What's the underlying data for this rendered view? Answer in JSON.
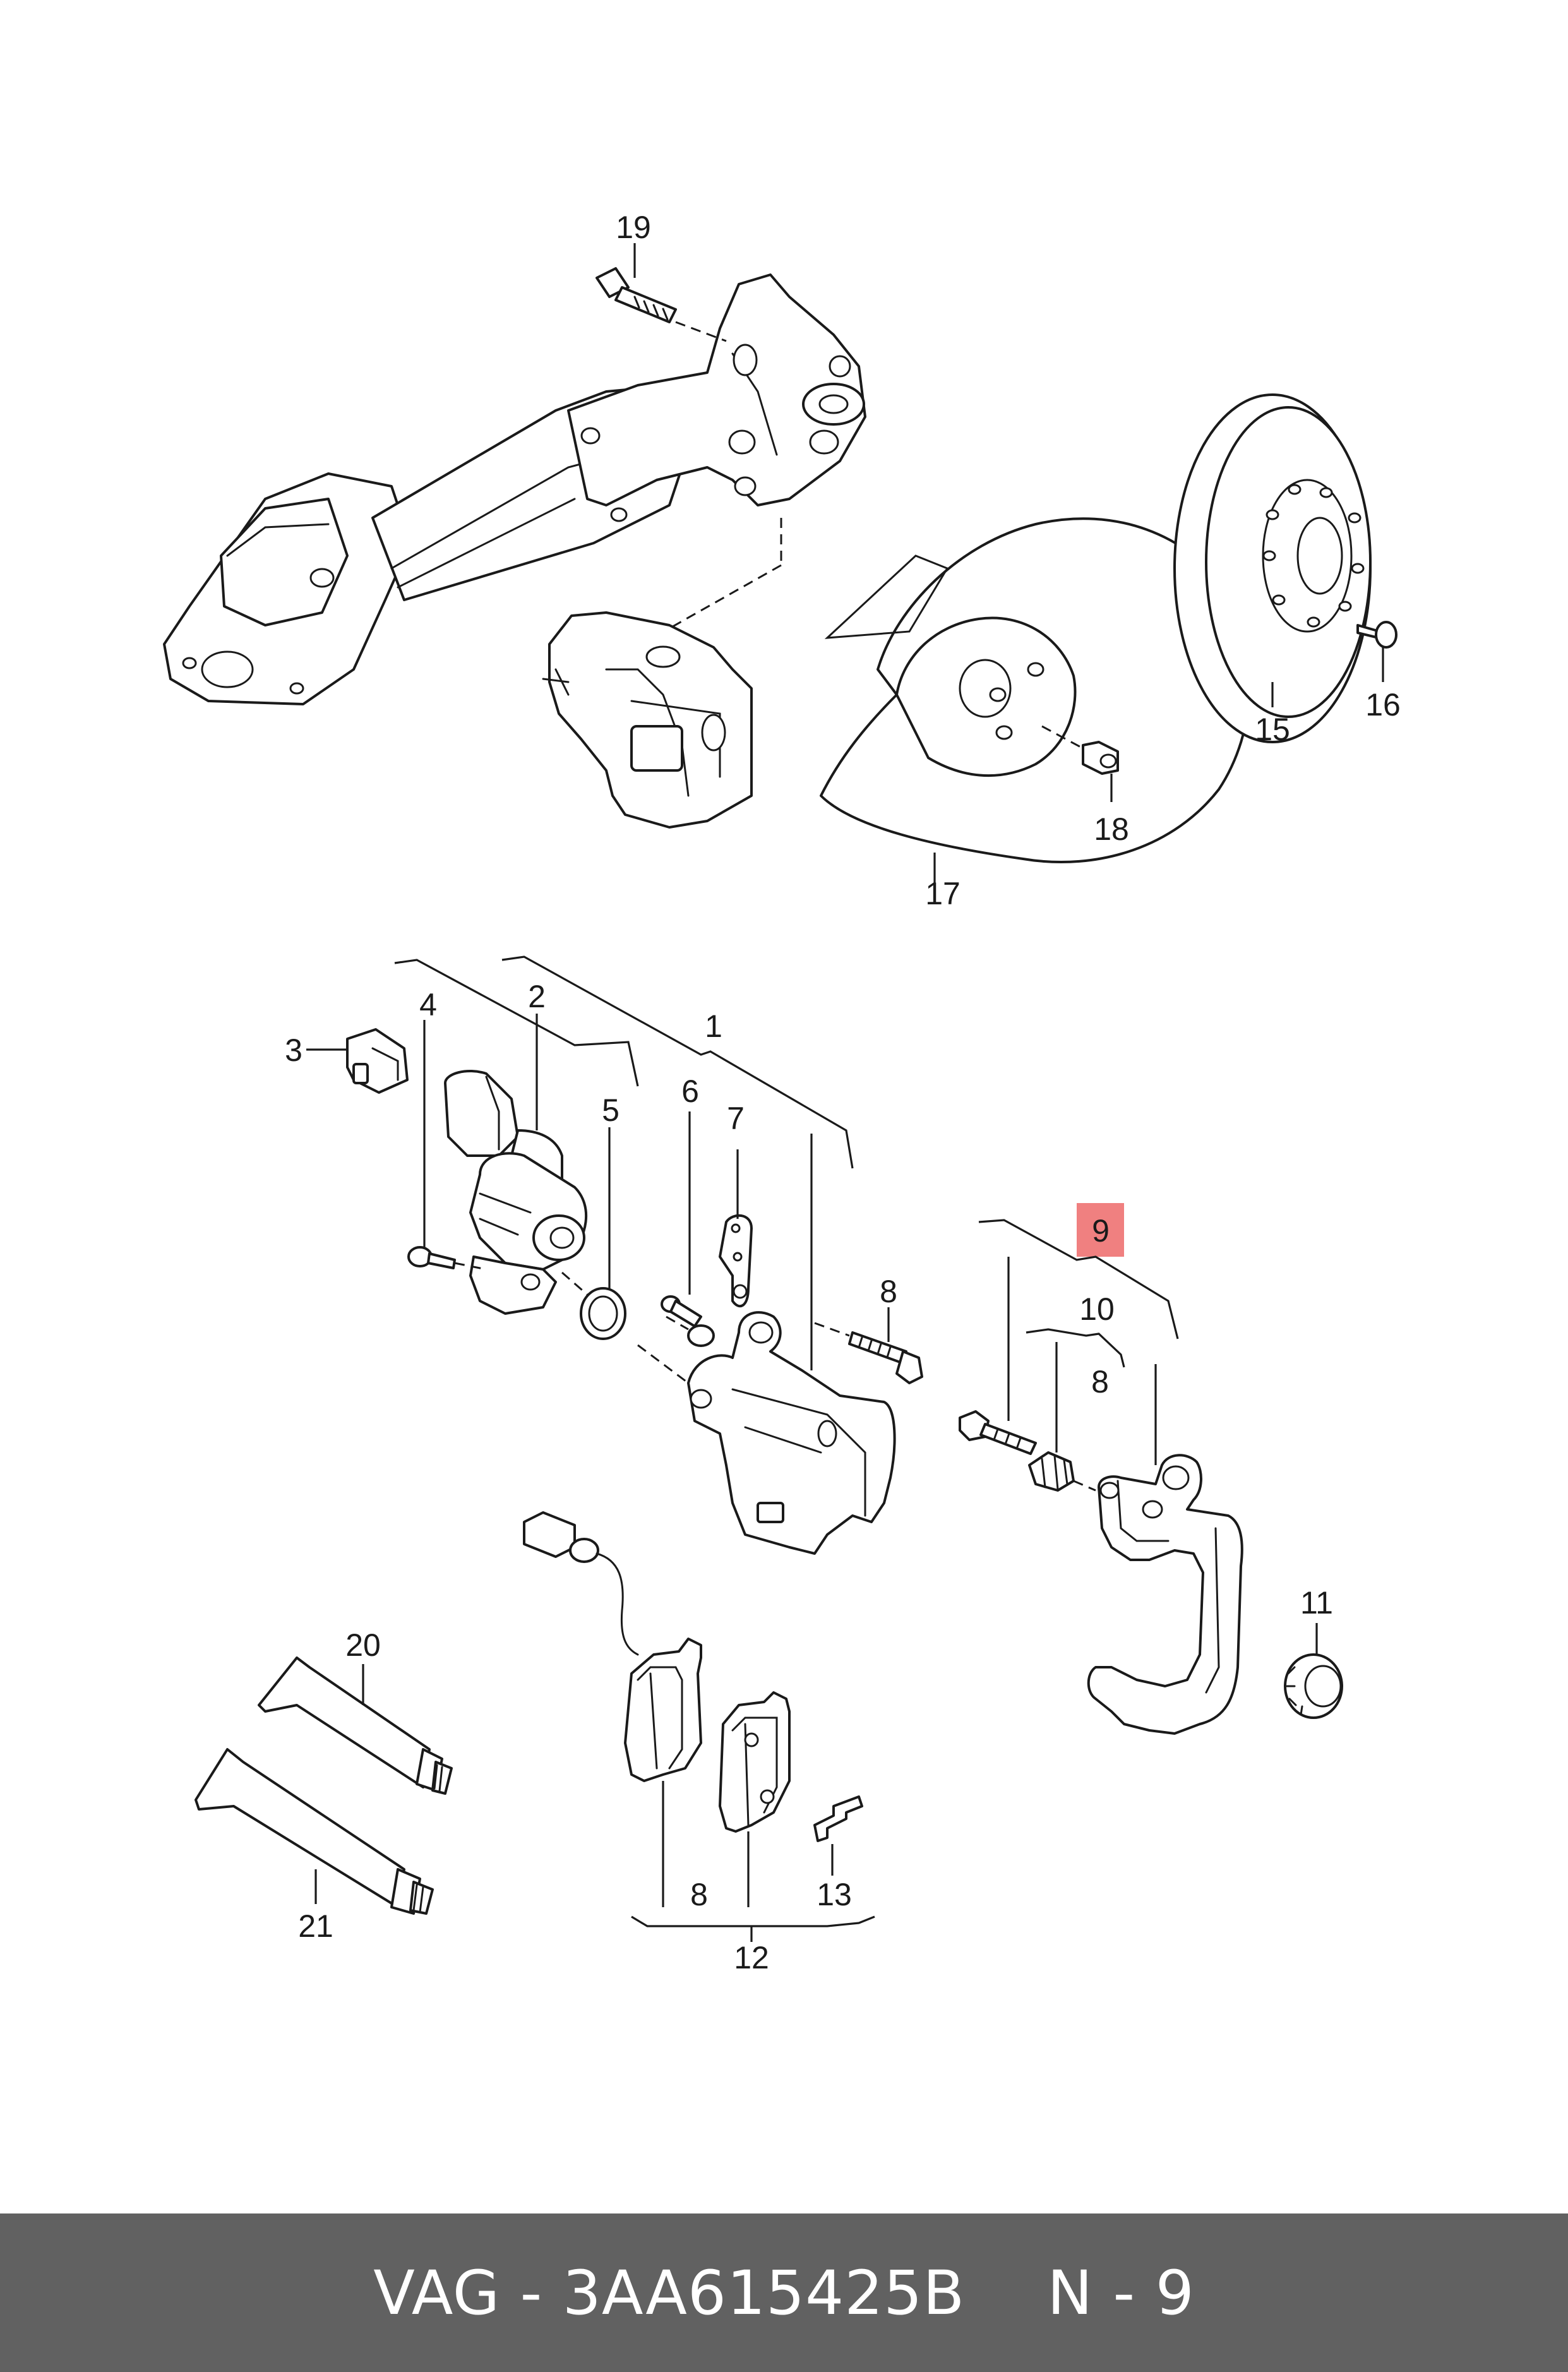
{
  "labels": {
    "l1": "1",
    "l2": "2",
    "l3": "3",
    "l4": "4",
    "l5": "5",
    "l6": "6",
    "l7": "7",
    "l8a": "8",
    "l8b": "8",
    "l8c": "8",
    "l9": "9",
    "l10": "10",
    "l11": "11",
    "l12": "12",
    "l13": "13",
    "l15": "15",
    "l16": "16",
    "l17": "17",
    "l18": "18",
    "l19": "19",
    "l20": "20",
    "l21": "21"
  },
  "highlight": {
    "color": "#f08080",
    "label": "9"
  },
  "footer": {
    "part_text": "VAG - 3AA615425B",
    "position_text": "N - 9",
    "background": "#616161"
  }
}
